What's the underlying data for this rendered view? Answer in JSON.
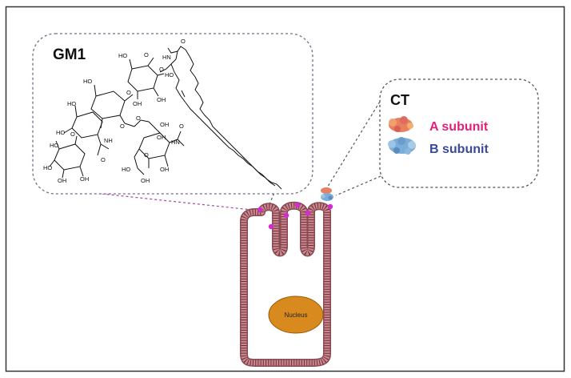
{
  "labels": {
    "gm1_title": "GM1",
    "ct_title": "CT",
    "a_subunit": "A subunit",
    "b_subunit": "B subunit",
    "nucleus": "Nucleus"
  },
  "atoms": {
    "O": "O",
    "HN": "HN",
    "HO": "HO",
    "OH": "OH",
    "NH": "NH"
  },
  "colors": {
    "frame": "#333333",
    "callout_border": "#7a6b8a",
    "gm1_callout_line": "#a04aa0",
    "membrane_outer": "#8a4a52",
    "membrane_fill": "#c9888f",
    "membrane_stripe": "#6e2f38",
    "gm1_dot": "#d12bd1",
    "nucleus_fill": "#d98a1e",
    "nucleus_border": "#9a5a0a",
    "a_subunit_text": "#e0207a",
    "b_subunit_text": "#3a4a9a",
    "a_subunit_protein": "#e88060",
    "b_subunit_protein": "#7aaed8"
  },
  "icons": {
    "a_subunit": "a-subunit-protein-icon",
    "b_subunit": "b-subunit-protein-icon",
    "cholera_toxin": "cholera-toxin-icon"
  }
}
